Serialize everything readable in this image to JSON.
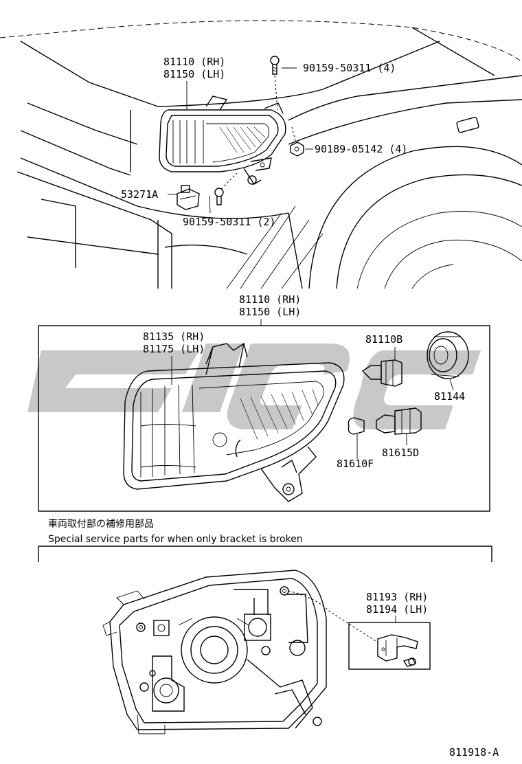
{
  "top_view": {
    "assembly_label_rh": "81110 (RH)",
    "assembly_label_lh": "81150 (LH)",
    "screw_top_label": "90159-50311 (4)",
    "nut_label": "90189-05142 (4)",
    "clip_label": "53271A",
    "screw_bottom_label": "90159-50311 (2)"
  },
  "exploded_view": {
    "assembly_label_rh": "81110 (RH)",
    "assembly_label_lh": "81150 (LH)",
    "lens_label_rh": "81135 (RH)",
    "lens_label_lh": "81175 (LH)",
    "socket_label": "81110B",
    "cap_label": "81144",
    "bulb_label": "81610F",
    "socket2_label": "81615D"
  },
  "service_parts": {
    "note_jp": "車両取付部の補修用部品",
    "note_en": "Special service parts for when only bracket is broken",
    "bracket_label_rh": "81193 (RH)",
    "bracket_label_lh": "81194 (LH)"
  },
  "footer": {
    "figure_id": "811918-A"
  }
}
